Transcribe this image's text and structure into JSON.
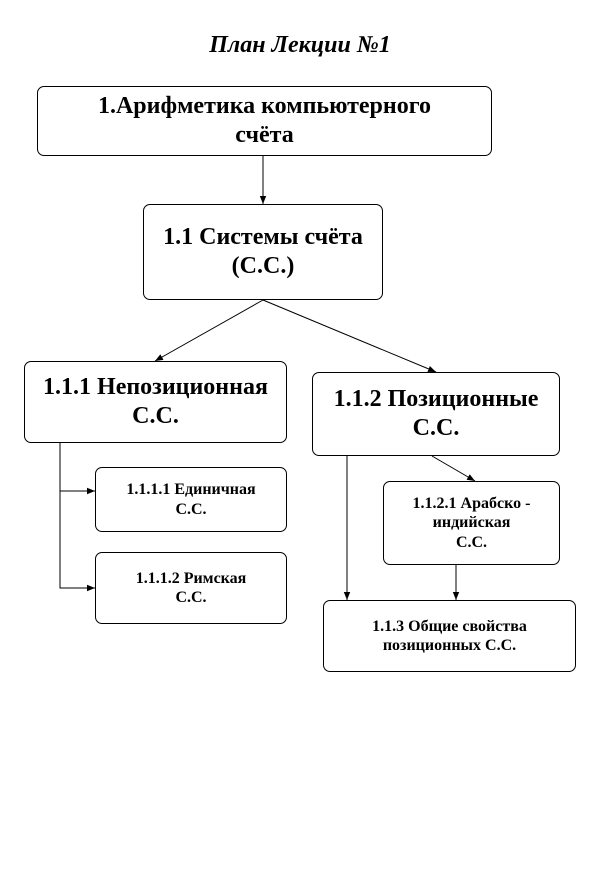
{
  "title": "План Лекции №1",
  "nodes": {
    "root": {
      "line1": "1.Арифметика компьютерного",
      "line2": "счёта"
    },
    "systems": {
      "line1": "1.1 Системы счёта",
      "line2": "(С.С.)"
    },
    "nonpos": {
      "line1": "1.1.1 Непозиционная",
      "line2": "С.С."
    },
    "pos": {
      "line1": "1.1.2 Позиционные",
      "line2": "С.С."
    },
    "unary": {
      "line1": "1.1.1.1 Единичная",
      "line2": "С.С."
    },
    "roman": {
      "line1": "1.1.1.2 Римская",
      "line2": "С.С."
    },
    "arabic": {
      "line1": "1.1.2.1 Арабско -",
      "line2": "индийская",
      "line3": "С.С."
    },
    "general": {
      "line1": "1.1.3 Общие свойства",
      "line2": "позиционных  С.С."
    }
  },
  "edges": [
    [
      "root",
      "systems"
    ],
    [
      "systems",
      "nonpos"
    ],
    [
      "systems",
      "pos"
    ],
    [
      "nonpos",
      "unary"
    ],
    [
      "nonpos",
      "roman"
    ],
    [
      "pos",
      "arabic"
    ],
    [
      "pos",
      "general"
    ],
    [
      "arabic",
      "general"
    ]
  ]
}
